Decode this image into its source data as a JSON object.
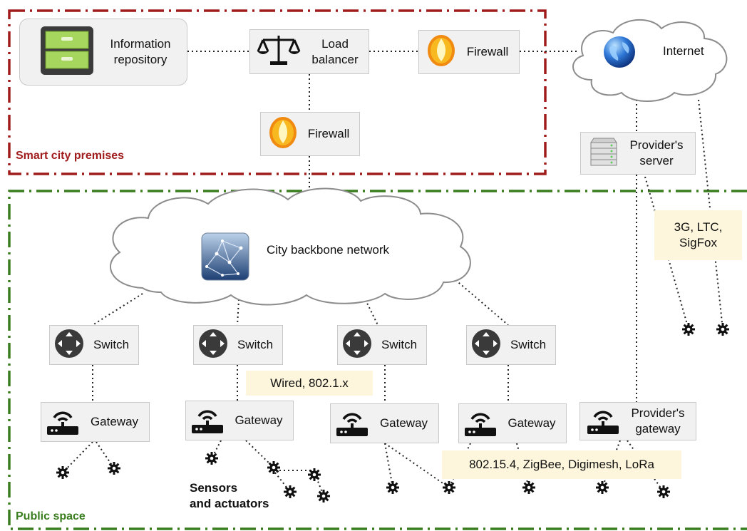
{
  "zones": {
    "premises": {
      "label": "Smart city premises",
      "color": "#a01c1c"
    },
    "public": {
      "label": "Public space",
      "color": "#3a7d1e"
    }
  },
  "nodes": {
    "repository": {
      "label_1": "Information",
      "label_2": "repository",
      "icon": "file-cabinet-icon"
    },
    "load_balancer": {
      "label_1": "Load",
      "label_2": "balancer",
      "icon": "scales-icon"
    },
    "firewall_top": {
      "label": "Firewall",
      "icon": "flame-icon"
    },
    "firewall_mid": {
      "label": "Firewall",
      "icon": "flame-icon"
    },
    "internet": {
      "label": "Internet",
      "icon": "globe-icon"
    },
    "provider_server": {
      "label_1": "Provider's",
      "label_2": "server",
      "icon": "server-icon"
    },
    "backbone": {
      "label": "City backbone network",
      "icon": "network-icon"
    },
    "switches": [
      {
        "label": "Switch",
        "icon": "switch-icon"
      },
      {
        "label": "Switch",
        "icon": "switch-icon"
      },
      {
        "label": "Switch",
        "icon": "switch-icon"
      },
      {
        "label": "Switch",
        "icon": "switch-icon"
      }
    ],
    "gateways": [
      {
        "label": "Gateway",
        "icon": "router-icon"
      },
      {
        "label": "Gateway",
        "icon": "router-icon"
      },
      {
        "label": "Gateway",
        "icon": "router-icon"
      },
      {
        "label": "Gateway",
        "icon": "router-icon"
      }
    ],
    "provider_gateway": {
      "label_1": "Provider's",
      "label_2": "gateway",
      "icon": "router-icon"
    }
  },
  "notes": {
    "cellular_1": "3G, LTC,",
    "cellular_2": "SigFox",
    "wired": "Wired, 802.1.x",
    "wireless": "802.15.4, ZigBee, Digimesh, LoRa"
  },
  "devices": {
    "label_1": "Sensors",
    "label_2": "and actuators",
    "icon": "sensor-icon"
  }
}
